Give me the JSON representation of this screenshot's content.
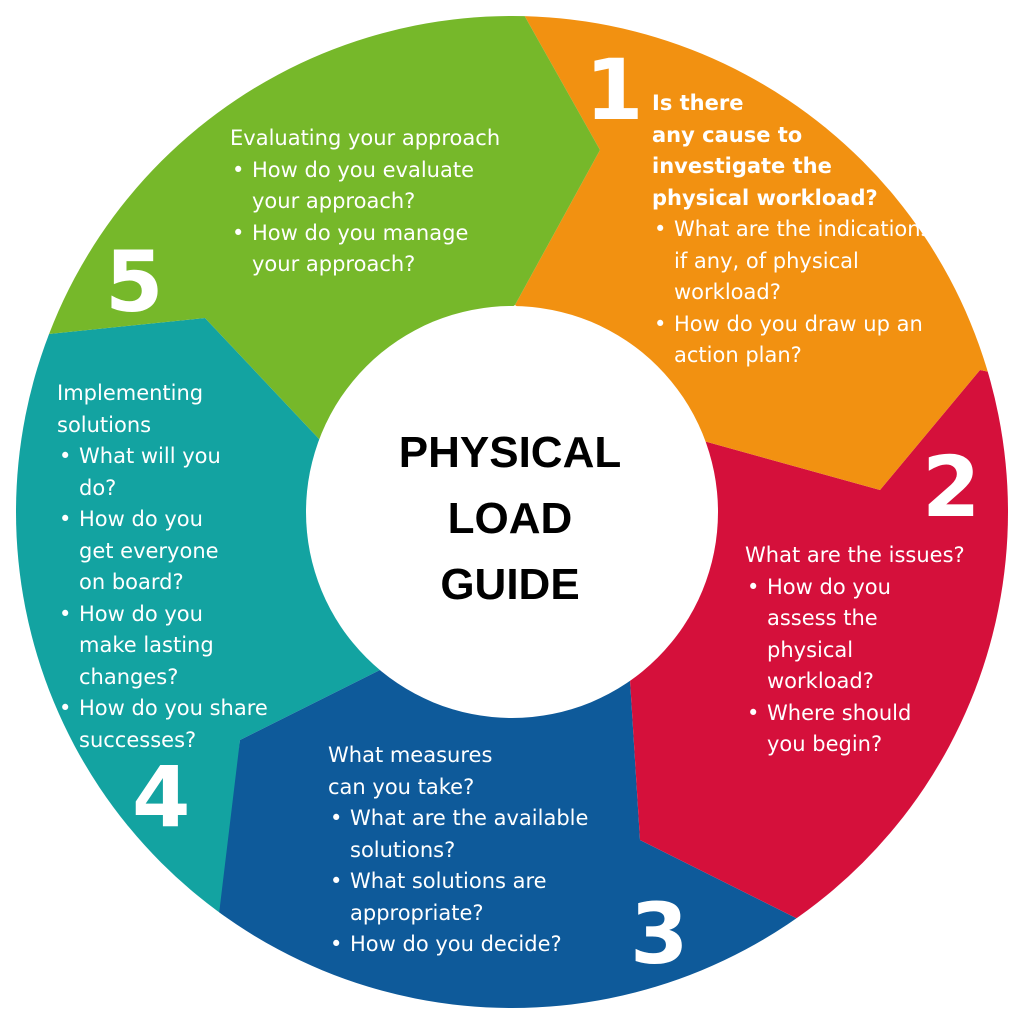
{
  "center_title": [
    "PHYSICAL",
    "LOAD",
    "GUIDE"
  ],
  "colors": {
    "segment_1": "#f29111",
    "segment_2": "#d5103b",
    "segment_3": "#0e5a9a",
    "segment_4": "#13a3a1",
    "segment_5": "#76b82a",
    "text": "#ffffff",
    "center_text": "#000000"
  },
  "segments": [
    {
      "number": "1",
      "title_lines": [
        "Is there",
        "any cause to",
        "investigate the",
        "physical workload?"
      ],
      "bullets": [
        "What are the indications, if any, of physical workload?",
        "How do you draw up an action plan?"
      ]
    },
    {
      "number": "2",
      "title_lines": [
        "What are the issues?"
      ],
      "bullets": [
        "How do you assess the physical workload?",
        "Where should you begin?"
      ]
    },
    {
      "number": "3",
      "title_lines": [
        "What measures",
        "can you take?"
      ],
      "bullets": [
        "What are the available solutions?",
        "What solutions are appropriate?",
        "How do you decide?"
      ]
    },
    {
      "number": "4",
      "title_lines": [
        "Implementing",
        "solutions"
      ],
      "bullets": [
        "What will you do?",
        "How do you get everyone on board?",
        "How do you make lasting changes?",
        "How do you share successes?"
      ]
    },
    {
      "number": "5",
      "title_lines": [
        "Evaluating your approach"
      ],
      "bullets": [
        "How do you evaluate your approach?",
        "How do you manage your approach?"
      ]
    }
  ]
}
